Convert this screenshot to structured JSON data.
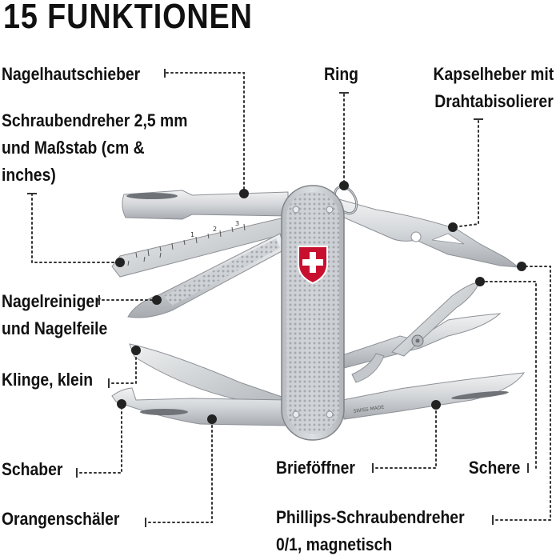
{
  "title": "15 FUNKTIONEN",
  "labels": {
    "nagelhautschieber": "Nagelhautschieber",
    "schraubendreher_line1": "Schraubendreher 2,5 mm",
    "schraubendreher_line2": "und Maßstab (cm &",
    "schraubendreher_line3": "inches)",
    "nagelreiniger_line1": "Nagelreiniger",
    "nagelreiniger_line2": "und Nagelfeile",
    "klinge": "Klinge, klein",
    "schaber": "Schaber",
    "orangenschaeler": "Orangenschäler",
    "ring": "Ring",
    "kapselheber_line1": "Kapselheber mit",
    "kapselheber_line2": "Drahtabisolierer",
    "brieföffner": "Brieföffner",
    "schere": "Schere",
    "phillips_line1": "Phillips-Schraubendreher",
    "phillips_line2": "0/1, magnetisch"
  },
  "ruler_ticks": [
    "1",
    "2",
    "3"
  ],
  "colors": {
    "text": "#111111",
    "leader": "#333333",
    "steel_light": "#e4e6e8",
    "steel_dark": "#9a9ea3",
    "shield_red": "#c8102e"
  }
}
